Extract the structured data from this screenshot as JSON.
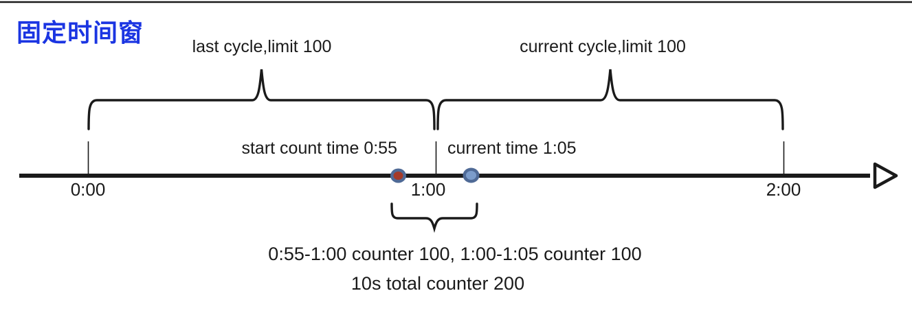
{
  "diagram": {
    "title": "固定时间窗",
    "top_braces": {
      "last_cycle_label": "last cycle,limit 100",
      "current_cycle_label": "current cycle,limit 100"
    },
    "timeline": {
      "tick_labels": [
        "0:00",
        "1:00",
        "2:00"
      ],
      "start_count_label": "start count time 0:55",
      "current_time_label": "current time 1:05"
    },
    "footer": {
      "counters_line": "0:55-1:00 counter 100, 1:00-1:05 counter 100",
      "total_line": "10s total counter 200"
    },
    "icons": {
      "timeline_arrowhead": "open-right-triangle",
      "start_count_marker": "red-dot-with-blue-ring",
      "current_time_marker": "blue-dot-with-blue-ring"
    },
    "colors": {
      "title_blue": "#1b35e2",
      "line_black": "#1a1a1a",
      "marker_ring": "#4f6a96",
      "marker_red": "#a53a28",
      "marker_blue": "#7b9ccb",
      "arrowhead_fill": "#ffffff"
    }
  }
}
